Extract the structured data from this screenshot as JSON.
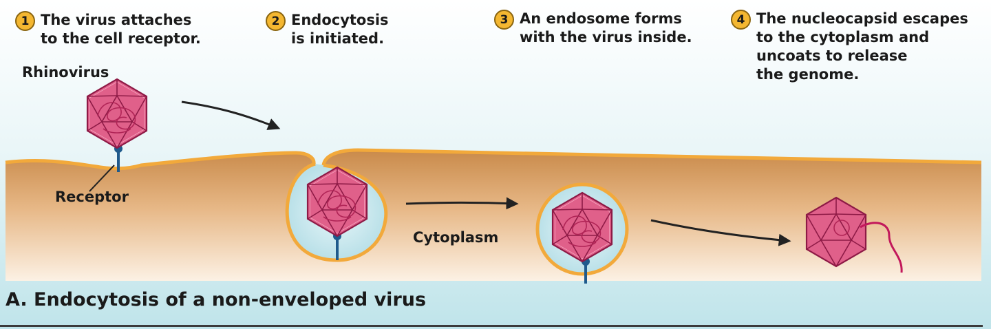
{
  "steps": [
    {
      "number": "1",
      "text": "The virus attaches\nto the cell receptor."
    },
    {
      "number": "2",
      "text": "Endocytosis\nis initiated."
    },
    {
      "number": "3",
      "text": "An endosome forms\nwith the virus inside."
    },
    {
      "number": "4",
      "text": "The nucleocapsid escapes\nto the cytoplasm and\nuncoats to release\nthe genome."
    }
  ],
  "labels": {
    "virus": "Rhinovirus",
    "receptor": "Receptor",
    "cytoplasm": "Cytoplasm"
  },
  "caption": "A. Endocytosis of a non-enveloped virus",
  "colors": {
    "extracellular_top": "#ffffff",
    "extracellular_bottom": "#bfe4ea",
    "membrane": "#f2a93b",
    "cytoplasm_top": "#c98a4a",
    "cytoplasm_bottom": "#fbeee0",
    "capsid": "#e0608a",
    "capsid_stroke": "#8e1a46",
    "receptor": "#1f5a8c"
  }
}
